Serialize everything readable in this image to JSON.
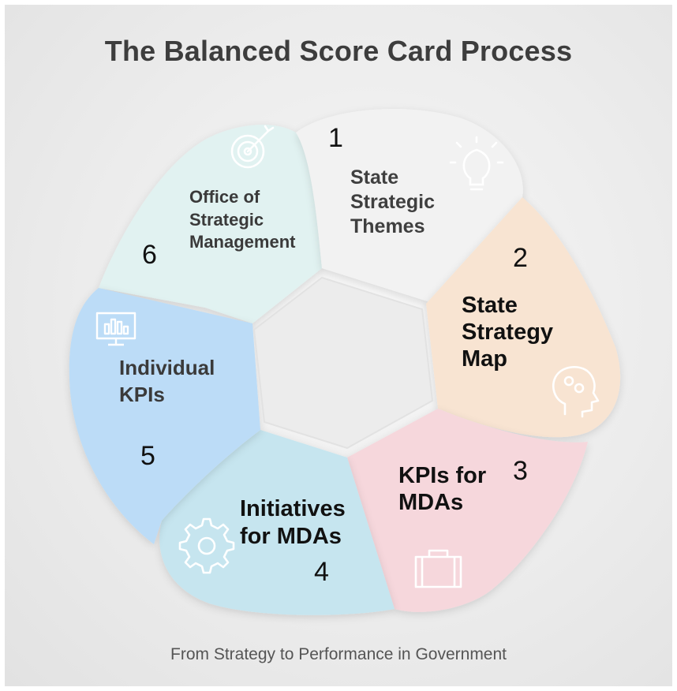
{
  "title": "The Balanced Score Card Process",
  "subtitle": "From Strategy to Performance in Government",
  "colors": {
    "segment1": "#f2f2f2",
    "segment2": "#f8e4d2",
    "segment3": "#f6d7dc",
    "segment4": "#c6e5ef",
    "segment5": "#bcdcf7",
    "segment6": "#e1f2f1",
    "icon_stroke": "#ffffff"
  },
  "segments": [
    {
      "number": "1",
      "lines": [
        "State",
        "Strategic",
        "Themes"
      ],
      "icon": "lightbulb-icon"
    },
    {
      "number": "2",
      "lines": [
        "State",
        "Strategy",
        "Map"
      ],
      "icon": "head-gears-icon"
    },
    {
      "number": "3",
      "lines": [
        "KPIs for",
        "MDAs"
      ],
      "icon": "briefcase-icon"
    },
    {
      "number": "4",
      "lines": [
        "Initiatives",
        "for MDAs"
      ],
      "icon": "gear-icon"
    },
    {
      "number": "5",
      "lines": [
        "Individual",
        "KPIs"
      ],
      "icon": "monitor-chart-icon"
    },
    {
      "number": "6",
      "lines": [
        "Office of",
        "Strategic",
        "Management"
      ],
      "icon": "target-icon"
    }
  ]
}
